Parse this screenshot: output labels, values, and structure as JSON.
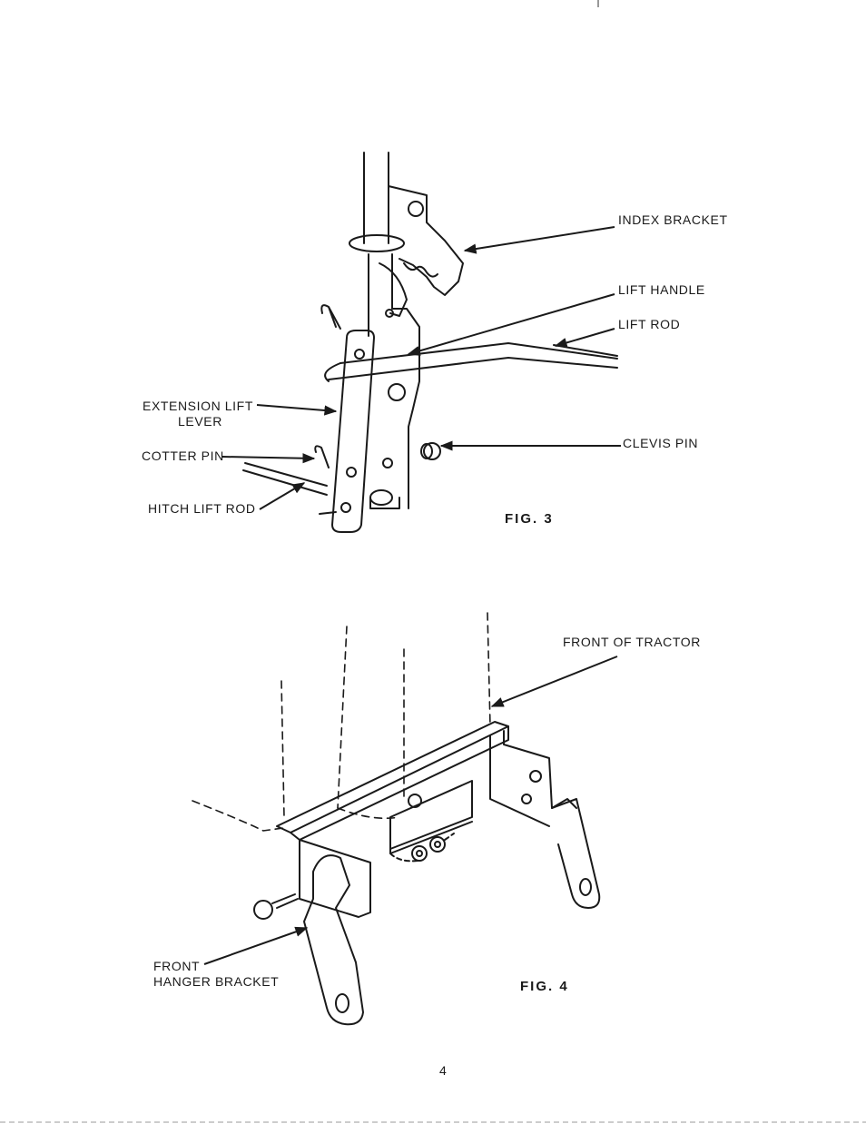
{
  "fig3": {
    "caption": "FIG. 3",
    "labels": {
      "index_bracket": "INDEX BRACKET",
      "lift_handle": "LIFT HANDLE",
      "lift_rod": "LIFT ROD",
      "extension_lift_lever_1": "EXTENSION LIFT",
      "extension_lift_lever_2": "LEVER",
      "cotter_pin": "COTTER PIN",
      "clevis_pin": "CLEVIS PIN",
      "hitch_lift_rod": "HITCH LIFT ROD"
    }
  },
  "fig4": {
    "caption": "FIG. 4",
    "labels": {
      "front_of_tractor": "FRONT OF TRACTOR",
      "front_hanger_bracket_1": "FRONT",
      "front_hanger_bracket_2": "HANGER BRACKET"
    }
  },
  "page_number": "4"
}
